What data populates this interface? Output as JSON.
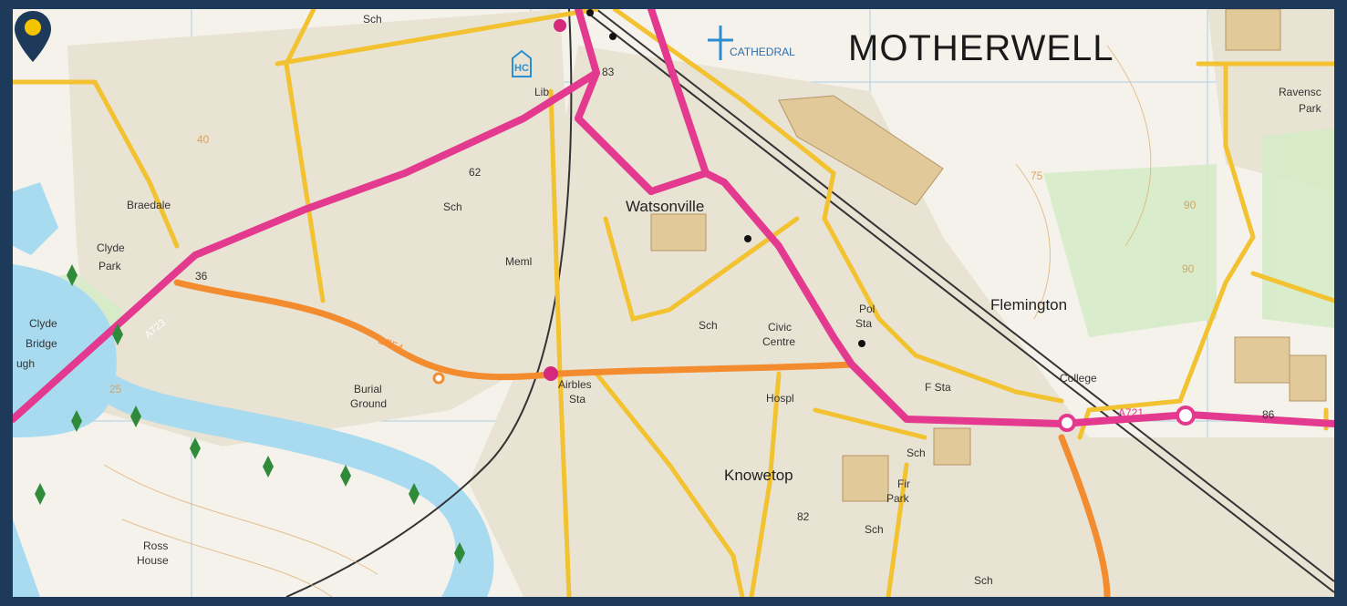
{
  "map": {
    "town": "MOTHERWELL",
    "places": {
      "watsonville": "Watsonville",
      "flemington": "Flemington",
      "knowetop": "Knowetop",
      "braedale": "Braedale",
      "clyde_park_1": "Clyde",
      "clyde_park_2": "Park",
      "clyde_bridge_1": "Clyde",
      "clyde_bridge_2": "Bridge",
      "ugh": "ugh",
      "ross_house_1": "Ross",
      "ross_house_2": "House",
      "ravensc_1": "Ravensc",
      "ravensc_2": "Park",
      "fir_park_1": "Fir",
      "fir_park_2": "Park"
    },
    "features": {
      "cathedral": "CATHEDRAL",
      "hc": "HC",
      "lib": "Lib",
      "sch_top": "Sch",
      "sch_braedale": "Sch",
      "meml": "Meml",
      "burial_1": "Burial",
      "burial_2": "Ground",
      "airbles_1": "Airbles",
      "airbles_2": "Sta",
      "civic_1": "Civic",
      "civic_2": "Centre",
      "hospl": "Hospl",
      "pol_1": "Pol",
      "pol_2": "Sta",
      "f_sta": "F Sta",
      "college": "College",
      "sch_fir": "Sch",
      "sch_mid": "Sch",
      "sch_knowetop": "Sch",
      "sch_bottom": "Sch"
    },
    "roads": {
      "a723": "A723",
      "b754": "B754",
      "a721": "A721"
    },
    "spot_heights": {
      "h83": "83",
      "h62": "62",
      "h36": "36",
      "h86": "86",
      "h82": "82"
    },
    "contours": {
      "c40": "40",
      "c75": "75",
      "c90a": "90",
      "c90b": "90",
      "c25": "25"
    }
  },
  "colors": {
    "frame": "#1e3a5a",
    "a_road": "#e33a8f",
    "b_road": "#f28c2e",
    "minor_road": "#f2c230",
    "water": "#a9dbf0",
    "marker": "#1e3a5a",
    "marker_dot": "#f5c400"
  },
  "icons": {
    "marker": "map-pin-icon",
    "cathedral": "cross-icon",
    "heritage": "hc-icon"
  }
}
